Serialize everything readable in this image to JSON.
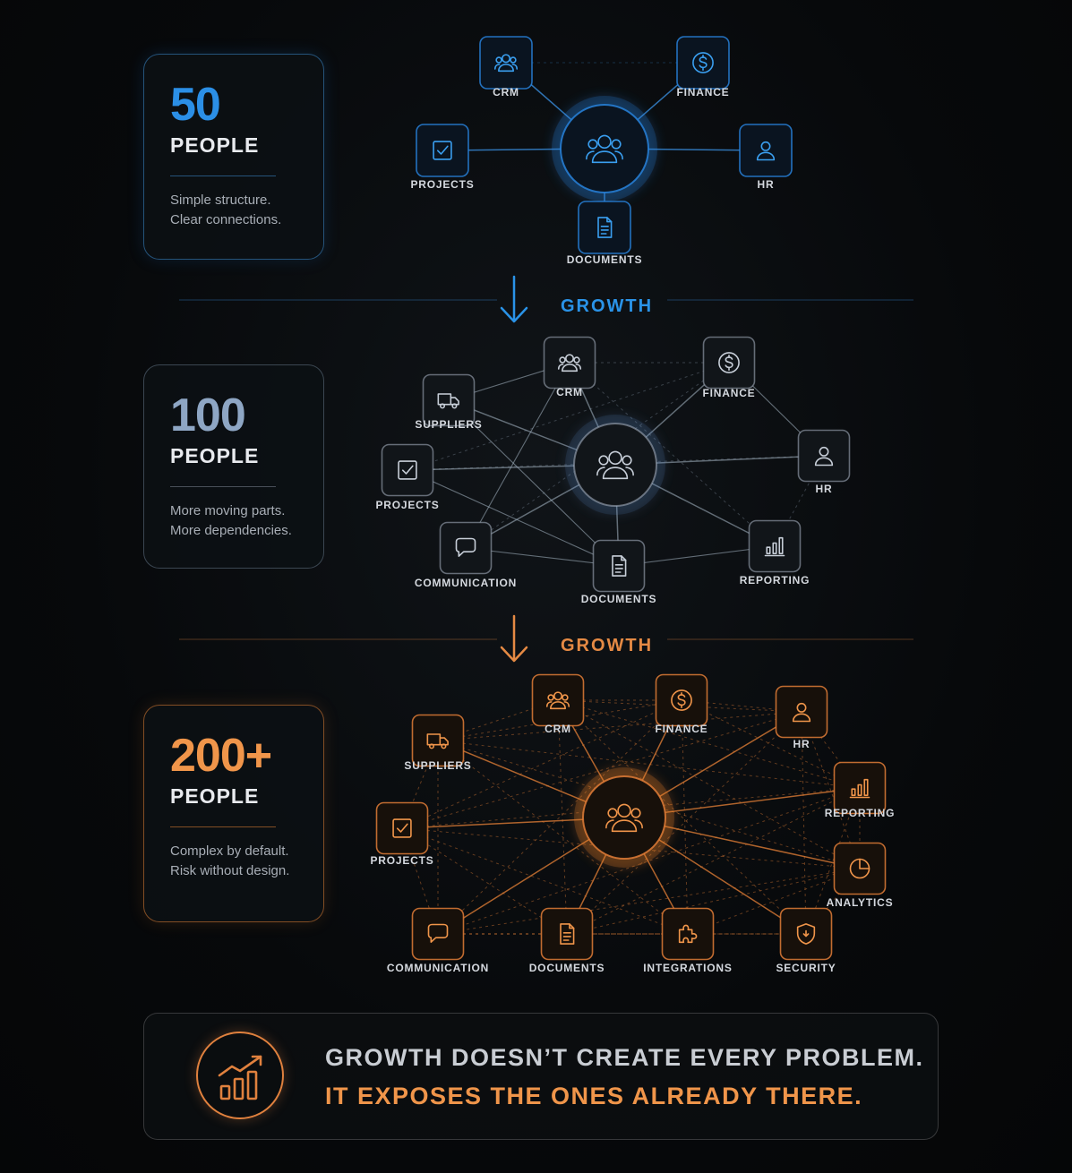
{
  "colors": {
    "blue": "#2b8fe6",
    "steel": "#8ea6c4",
    "orange": "#f0954a",
    "neutral_text": "#c9cdd3"
  },
  "stages": [
    {
      "number": "50",
      "unit": "PEOPLE",
      "desc_line1": "Simple structure.",
      "desc_line2": "Clear connections.",
      "nodes": [
        {
          "label": "CRM",
          "icon": "users-icon"
        },
        {
          "label": "FINANCE",
          "icon": "dollar-icon"
        },
        {
          "label": "PROJECTS",
          "icon": "checkbox-icon"
        },
        {
          "label": "HR",
          "icon": "person-icon"
        },
        {
          "label": "DOCUMENTS",
          "icon": "document-icon"
        }
      ]
    },
    {
      "number": "100",
      "unit": "PEOPLE",
      "desc_line1": "More moving parts.",
      "desc_line2": "More dependencies.",
      "nodes": [
        {
          "label": "CRM",
          "icon": "users-icon"
        },
        {
          "label": "FINANCE",
          "icon": "dollar-icon"
        },
        {
          "label": "SUPPLIERS",
          "icon": "truck-icon"
        },
        {
          "label": "HR",
          "icon": "person-icon"
        },
        {
          "label": "PROJECTS",
          "icon": "checkbox-icon"
        },
        {
          "label": "COMMUNICATION",
          "icon": "chat-icon"
        },
        {
          "label": "DOCUMENTS",
          "icon": "document-icon"
        },
        {
          "label": "REPORTING",
          "icon": "bar-chart-icon"
        }
      ]
    },
    {
      "number": "200+",
      "unit": "PEOPLE",
      "desc_line1": "Complex by default.",
      "desc_line2": "Risk without design.",
      "nodes": [
        {
          "label": "CRM",
          "icon": "users-icon"
        },
        {
          "label": "FINANCE",
          "icon": "dollar-icon"
        },
        {
          "label": "HR",
          "icon": "person-icon"
        },
        {
          "label": "SUPPLIERS",
          "icon": "truck-icon"
        },
        {
          "label": "REPORTING",
          "icon": "bar-chart-icon"
        },
        {
          "label": "PROJECTS",
          "icon": "checkbox-icon"
        },
        {
          "label": "ANALYTICS",
          "icon": "pie-chart-icon"
        },
        {
          "label": "COMMUNICATION",
          "icon": "chat-icon"
        },
        {
          "label": "DOCUMENTS",
          "icon": "document-icon"
        },
        {
          "label": "INTEGRATIONS",
          "icon": "puzzle-icon"
        },
        {
          "label": "SECURITY",
          "icon": "shield-icon"
        }
      ]
    }
  ],
  "growth_labels": [
    "GROWTH",
    "GROWTH"
  ],
  "banner": {
    "line1": "GROWTH DOESN’T CREATE EVERY PROBLEM.",
    "line2": "IT EXPOSES THE ONES ALREADY THERE.",
    "icon": "growth-chart-icon"
  }
}
